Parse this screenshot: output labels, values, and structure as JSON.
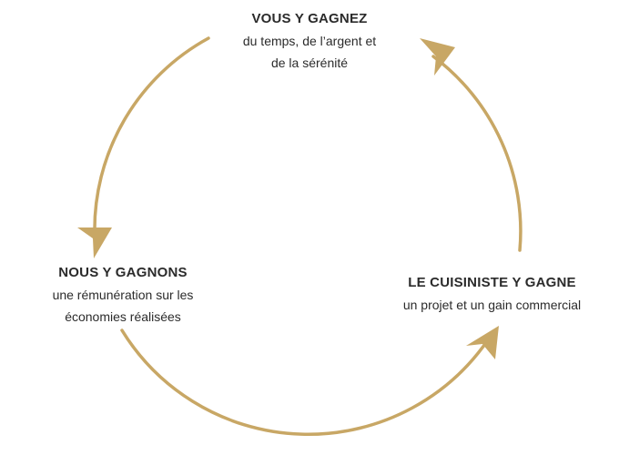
{
  "colors": {
    "accent": "#c8a765",
    "text": "#2b2b2b",
    "background": "#ffffff"
  },
  "nodes": {
    "top": {
      "title": "VOUS Y GAGNEZ",
      "line1": "du temps, de l’argent et",
      "line2": "de la sérénité"
    },
    "left": {
      "title": "NOUS Y GAGNONS",
      "line1": "une rémunération sur les",
      "line2": "économies réalisées"
    },
    "right": {
      "title": "LE CUISINISTE Y GAGNE",
      "line1": "un projet et un gain commercial"
    }
  }
}
